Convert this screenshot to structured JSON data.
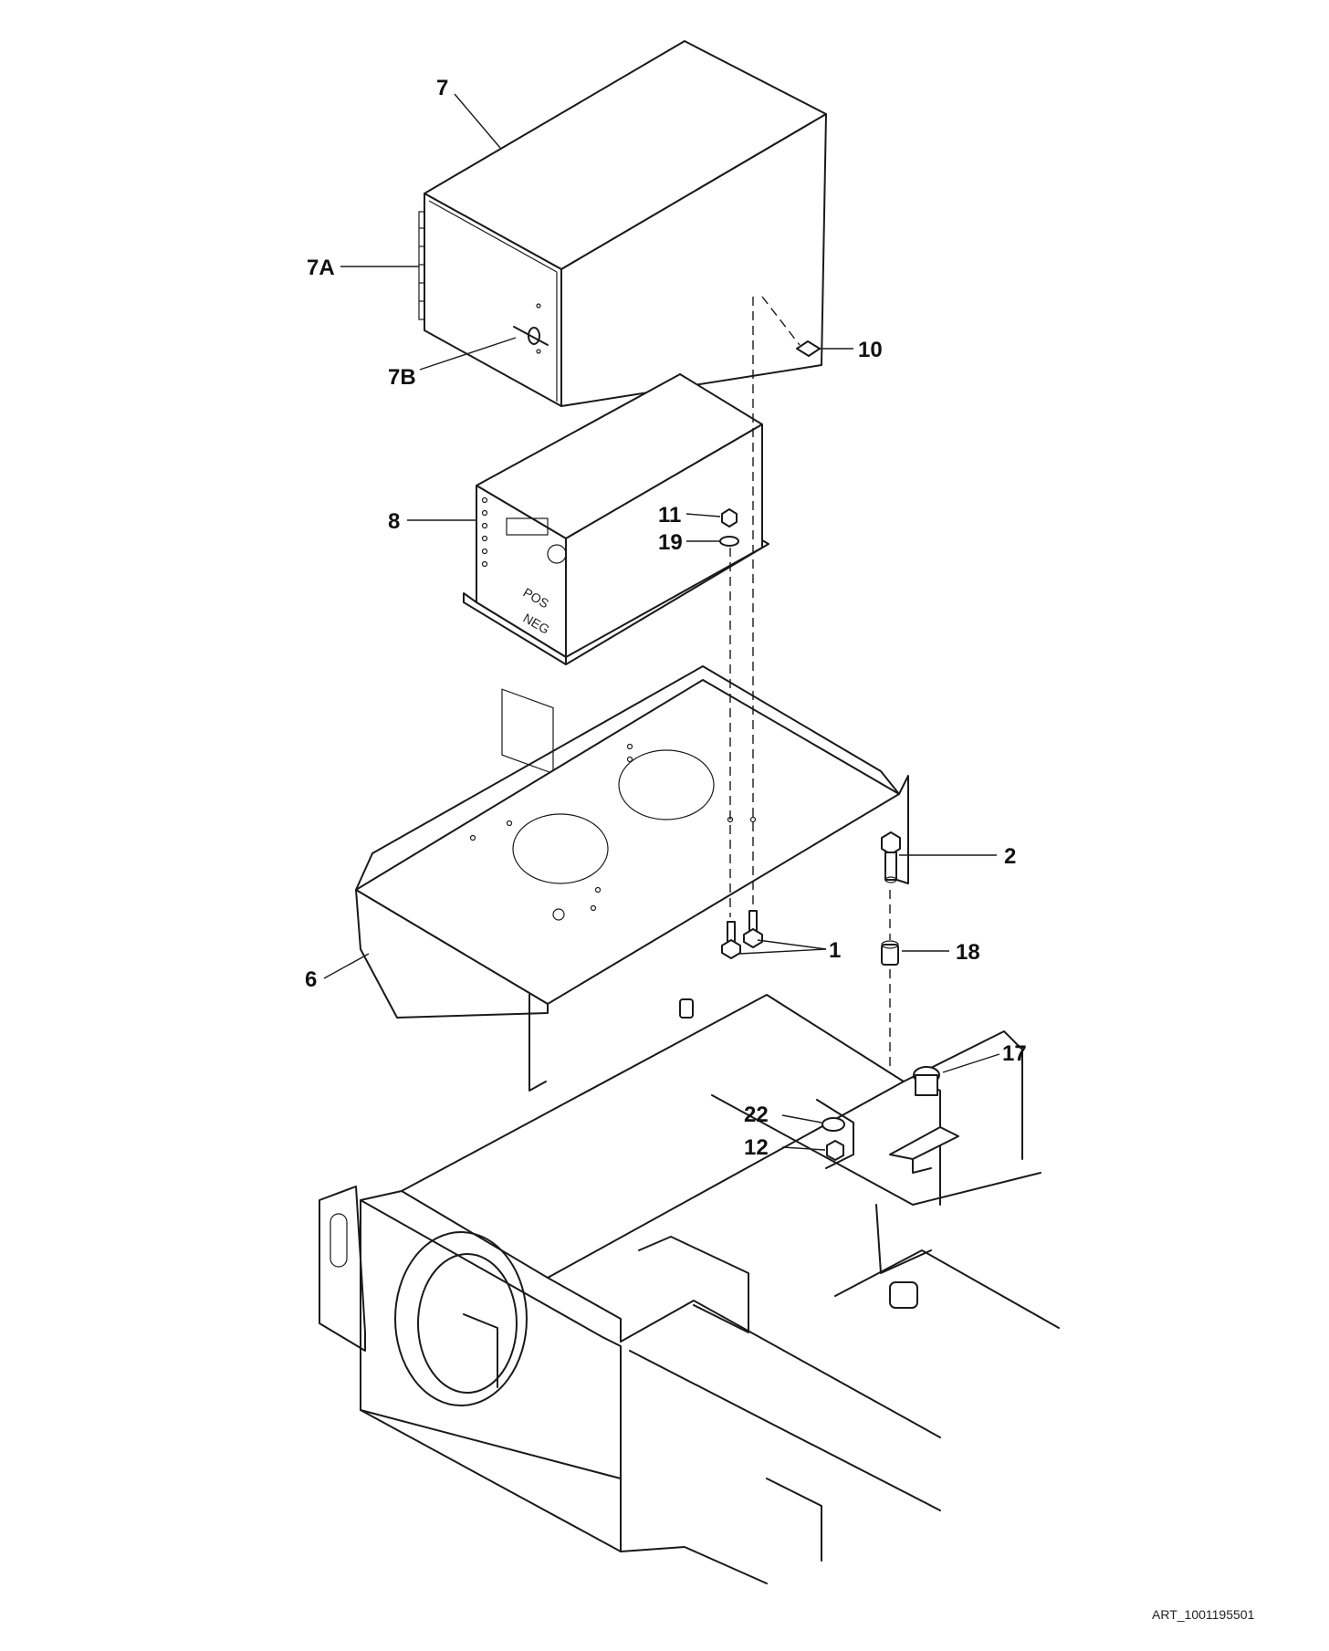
{
  "diagram": {
    "callouts": [
      {
        "id": "c7",
        "label": "7"
      },
      {
        "id": "c7a",
        "label": "7A"
      },
      {
        "id": "c7b",
        "label": "7B"
      },
      {
        "id": "c10",
        "label": "10"
      },
      {
        "id": "c8",
        "label": "8"
      },
      {
        "id": "c11",
        "label": "11"
      },
      {
        "id": "c19",
        "label": "19"
      },
      {
        "id": "c2",
        "label": "2"
      },
      {
        "id": "c1",
        "label": "1"
      },
      {
        "id": "c18",
        "label": "18"
      },
      {
        "id": "c6",
        "label": "6"
      },
      {
        "id": "c17",
        "label": "17"
      },
      {
        "id": "c22",
        "label": "22"
      },
      {
        "id": "c12",
        "label": "12"
      }
    ],
    "panel_markings": {
      "pos": "POS",
      "neg": "NEG"
    },
    "art_reference": "ART_1001195501"
  }
}
